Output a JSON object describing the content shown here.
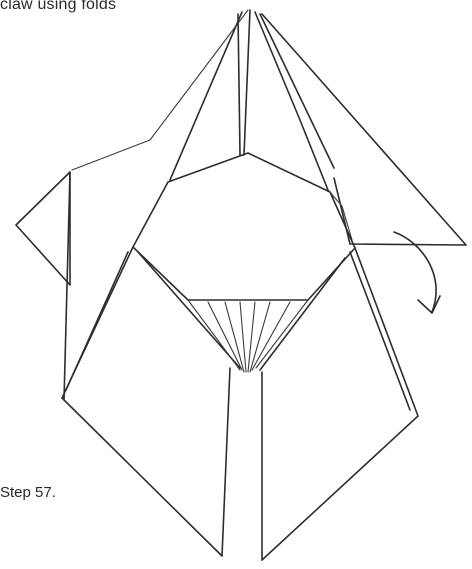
{
  "captions": {
    "top": "claw using folds",
    "step": "Step 57."
  },
  "diagram": {
    "ink_color": "#2d2d2d",
    "background": "#ffffff",
    "arrow": "curved-fold-arrow"
  }
}
